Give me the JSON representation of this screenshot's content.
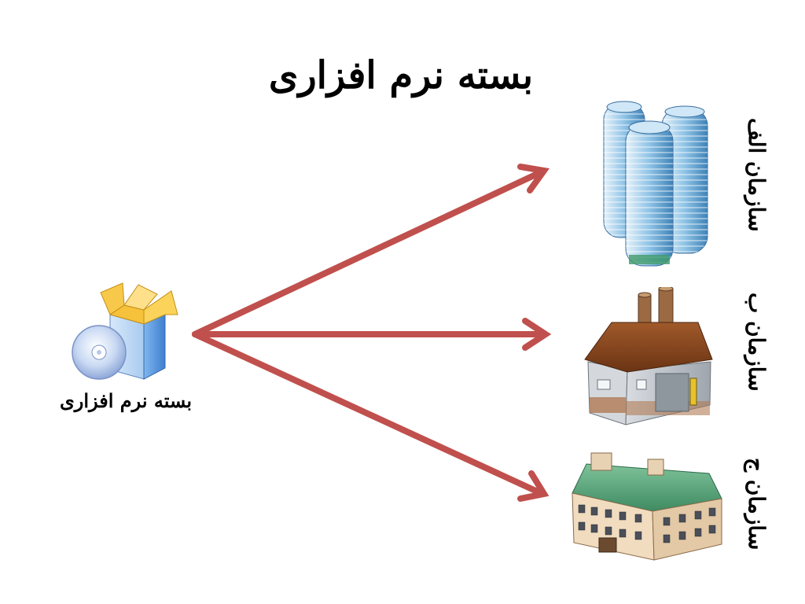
{
  "title": "بسته نرم افزاری",
  "package": {
    "label": "بسته نرم افزاری",
    "icon": "software-box-cd-icon"
  },
  "organizations": [
    {
      "label": "سازمان الف",
      "icon": "skyscraper-icon"
    },
    {
      "label": "سازمان ب",
      "icon": "factory-icon"
    },
    {
      "label": "سازمان ج",
      "icon": "historic-building-icon"
    }
  ],
  "colors": {
    "arrow": "#c0504d",
    "background": "#ffffff",
    "text": "#000000"
  }
}
